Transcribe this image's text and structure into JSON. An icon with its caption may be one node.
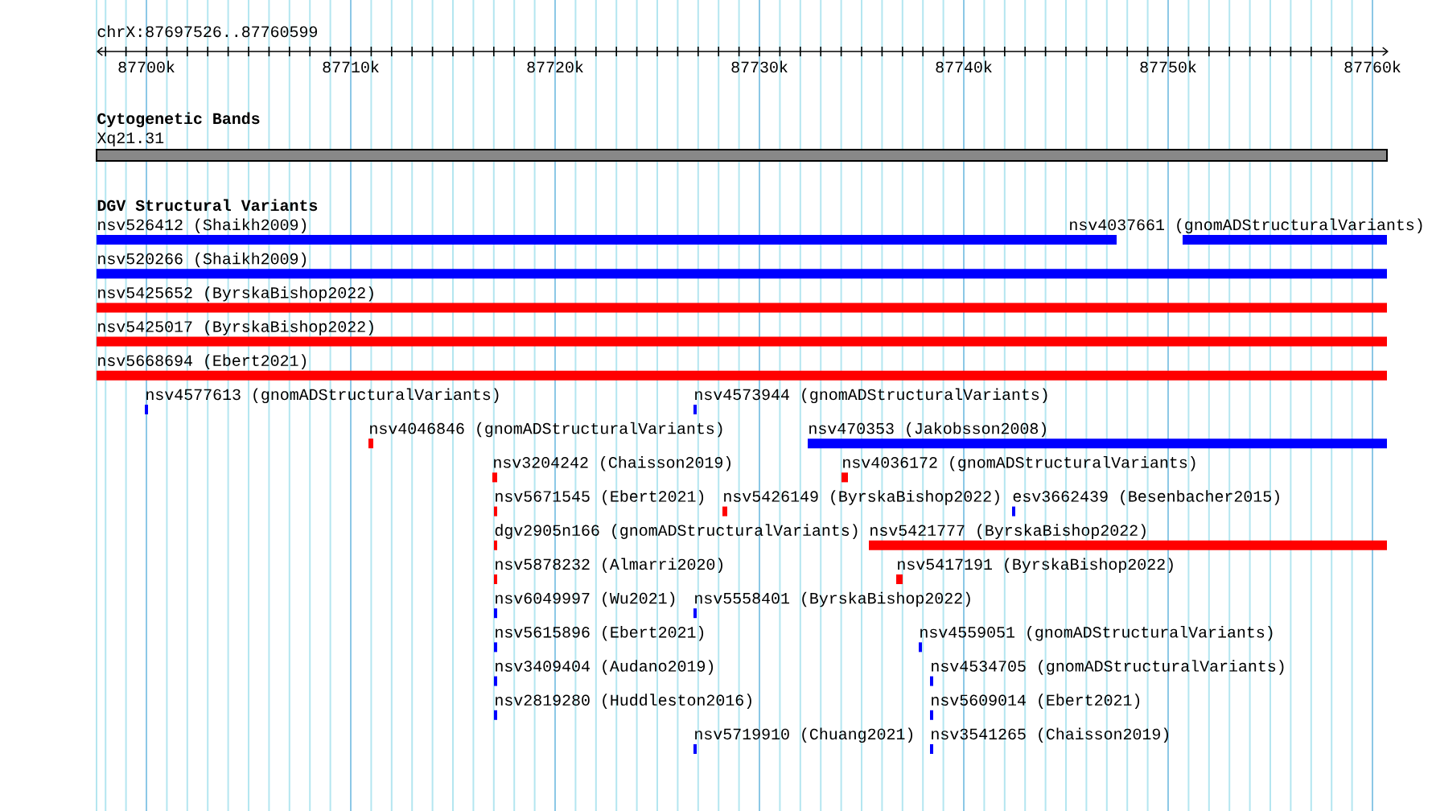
{
  "diagram": {
    "nodes": [
      {
        "text": [
          "Xq21.31"
        ]
      },
      {
        "text": [
          "nsv526412 (Shaikh2009)"
        ]
      },
      {
        "text": [
          "nsv4037661 (gnomADStructuralVariants)"
        ]
      },
      {
        "text": [
          "nsv520266 (Shaikh2009)"
        ]
      },
      {
        "text": [
          "nsv5425652 (ByrskaBishop2022)"
        ]
      },
      {
        "text": [
          "nsv5425017 (ByrskaBishop2022)"
        ]
      },
      {
        "text": [
          "nsv5668694 (Ebert2021)"
        ]
      },
      {
        "text": [
          "nsv4577613 (gnomADStructuralVariants)"
        ]
      },
      {
        "text": [
          "nsv4573944 (gnomADStructuralVariants)"
        ]
      },
      {
        "text": [
          "nsv4046846 (gnomADStructuralVariants)"
        ]
      },
      {
        "text": [
          "nsv470353 (Jakobsson2008)"
        ]
      },
      {
        "text": [
          "nsv3204242 (Chaisson2019)"
        ]
      },
      {
        "text": [
          "nsv4036172 (gnomADStructuralVariants)"
        ]
      },
      {
        "text": [
          "nsv5671545 (Ebert2021)"
        ]
      },
      {
        "text": [
          "nsv5426149 (ByrskaBishop2022)"
        ]
      },
      {
        "text": [
          "esv3662439 (Besenbacher2015)"
        ]
      },
      {
        "text": [
          "dgv2905n166 (gnomADStructuralVariants)"
        ]
      },
      {
        "text": [
          "nsv5421777 (ByrskaBishop2022)"
        ]
      },
      {
        "text": [
          "nsv5878232 (Almarri2020)"
        ]
      },
      {
        "text": [
          "nsv5417191 (ByrskaBishop2022)"
        ]
      },
      {
        "text": [
          "nsv6049997 (Wu2021)"
        ]
      },
      {
        "text": [
          "nsv5558401 (ByrskaBishop2022)"
        ]
      },
      {
        "text": [
          "nsv5615896 (Ebert2021)"
        ]
      },
      {
        "text": [
          "nsv4559051 (gnomADStructuralVariants)"
        ]
      },
      {
        "text": [
          "nsv3409404 (Audano2019)"
        ]
      },
      {
        "text": [
          "nsv4534705 (gnomADStructuralVariants)"
        ]
      },
      {
        "text": [
          "nsv2819280 (Huddleston2016)"
        ]
      },
      {
        "text": [
          "nsv5609014 (Ebert2021)"
        ]
      },
      {
        "text": [
          "nsv5719910 (Chuang2021)"
        ]
      },
      {
        "text": [
          "nsv3541265 (Chaisson2019)"
        ]
      }
    ],
    "labels": [
      "chrX:87697526..87760599",
      "87700k",
      "87710k",
      "87720k",
      "87730k",
      "87740k",
      "87750k",
      "87760k",
      "Cytogenetic Bands",
      "DGV Structural Variants"
    ]
  }
}
